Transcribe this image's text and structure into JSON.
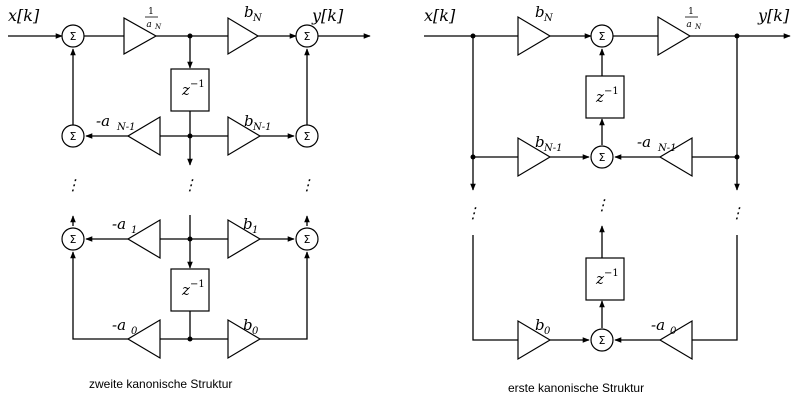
{
  "left": {
    "input": "x[k]",
    "output": "y[k]",
    "adder_symbol": "Σ",
    "scale": {
      "num": "1",
      "den_letter": "a",
      "den_sub": "N"
    },
    "b_top": {
      "letter": "b",
      "sub": "N"
    },
    "b_n1": {
      "letter": "b",
      "sub": "N-1"
    },
    "b_1": {
      "letter": "b",
      "sub": "1"
    },
    "b_0": {
      "letter": "b",
      "sub": "0"
    },
    "a_n1": {
      "letter": "-a",
      "sub": "N-1"
    },
    "a_1": {
      "letter": "-a",
      "sub": "1"
    },
    "a_0": {
      "letter": "-a",
      "sub": "0"
    },
    "delay": {
      "base": "z",
      "exp": "−1"
    },
    "ellipsis": "⋮",
    "caption": "zweite kanonische Struktur"
  },
  "right": {
    "input": "x[k]",
    "output": "y[k]",
    "adder_symbol": "Σ",
    "scale": {
      "num": "1",
      "den_letter": "a",
      "den_sub": "N"
    },
    "b_top": {
      "letter": "b",
      "sub": "N"
    },
    "b_n1": {
      "letter": "b",
      "sub": "N-1"
    },
    "b_0": {
      "letter": "b",
      "sub": "0"
    },
    "a_n1": {
      "letter": "-a",
      "sub": "N-1"
    },
    "a_0": {
      "letter": "-a",
      "sub": "0"
    },
    "delay": {
      "base": "z",
      "exp": "−1"
    },
    "ellipsis": "⋮",
    "caption": "erste kanonische Struktur"
  }
}
